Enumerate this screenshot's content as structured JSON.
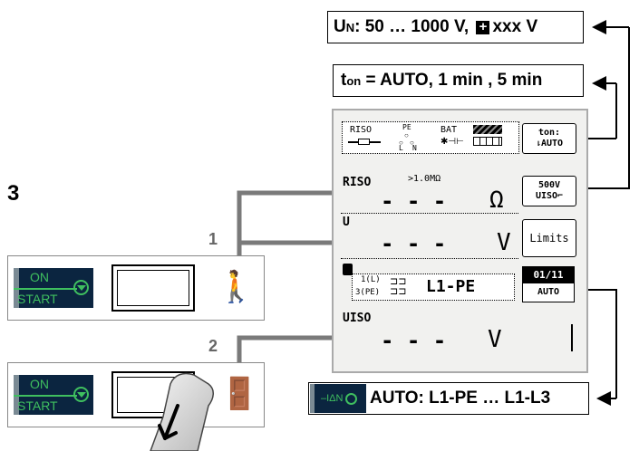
{
  "step_number": "3",
  "callout_labels": [
    "1",
    "2"
  ],
  "callouts": {
    "un": {
      "u": "U",
      "sub": "N",
      "text": ": 50 … 1000 V, ",
      "tail": "xxx V"
    },
    "ton": {
      "t": "t",
      "sub": "on",
      "text": " = AUTO, 1 min , 5 min"
    },
    "auto": {
      "text": "AUTO: L1-PE … L1-L3"
    }
  },
  "screen": {
    "top_icons": {
      "riso": "RISO",
      "pe": "PE",
      "l": "L",
      "n": "N",
      "bat": "BAT"
    },
    "ton_button": {
      "line1": "ton:",
      "line2": "AUTO"
    },
    "riso_label": "RISO",
    "riso_limit": ">1.0MΩ",
    "riso_value": "- - -",
    "riso_unit": "Ω",
    "volt_button": {
      "line1": "500V",
      "line2": "UISO"
    },
    "u_label": "U",
    "u_value": "- - -",
    "u_unit": "V",
    "limits_button": "Limits",
    "probe_labels": {
      "a": "1(L)",
      "b": "3(PE)"
    },
    "probe_mode": "L1-PE",
    "counter_button": {
      "line1": "01/11",
      "line2": "AUTO"
    },
    "uiso_label": "UISO",
    "uiso_value": "- - -",
    "uiso_unit": "V"
  },
  "keypads": {
    "top": {
      "on": "ON",
      "start": "START"
    },
    "bottom": {
      "on": "ON",
      "start": "START"
    }
  }
}
